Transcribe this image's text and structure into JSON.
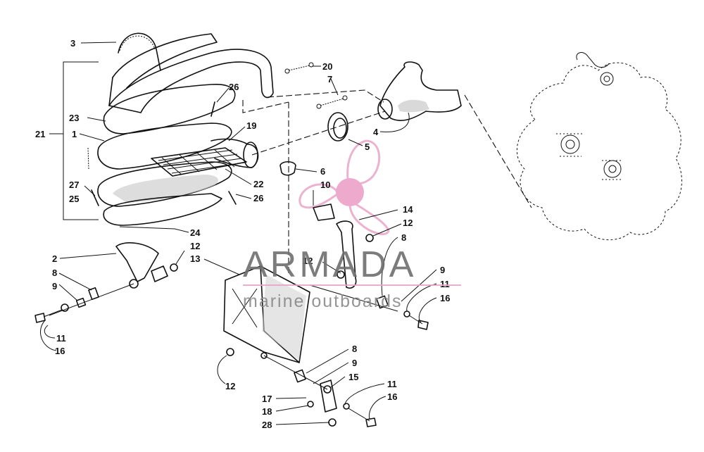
{
  "diagram": {
    "callouts": [
      "3",
      "20",
      "21",
      "23",
      "1",
      "27",
      "25",
      "26",
      "19",
      "22",
      "24",
      "2",
      "12",
      "8",
      "9",
      "11",
      "16",
      "13",
      "7",
      "4",
      "5",
      "6",
      "10",
      "14",
      "17",
      "18",
      "28",
      "15"
    ]
  },
  "labels": {
    "l3": "3",
    "l20": "20",
    "l21": "21",
    "l23": "23",
    "l1": "1",
    "l27": "27",
    "l25": "25",
    "l26a": "26",
    "l26b": "26",
    "l19": "19",
    "l22": "22",
    "l24": "24",
    "l2": "2",
    "l12a": "12",
    "l12b": "12",
    "l12c": "12",
    "l12d": "12",
    "l8a": "8",
    "l8b": "8",
    "l8c": "8",
    "l9a": "9",
    "l9b": "9",
    "l9c": "9",
    "l11a": "11",
    "l11b": "11",
    "l11c": "11",
    "l16a": "16",
    "l16b": "16",
    "l16c": "16",
    "l13": "13",
    "l7": "7",
    "l4": "4",
    "l5": "5",
    "l6": "6",
    "l10": "10",
    "l14": "14",
    "l15": "15",
    "l17": "17",
    "l18": "18",
    "l28": "28"
  },
  "watermark": {
    "title": "ARMADA",
    "subtitle": "marine outboards",
    "logo_color": "#e8a6c8",
    "logo_center_color": "#ea9cc4"
  },
  "colors": {
    "line": "#111111",
    "shade": "#cfcfcf",
    "watermark_text": "#6e6e6e"
  }
}
